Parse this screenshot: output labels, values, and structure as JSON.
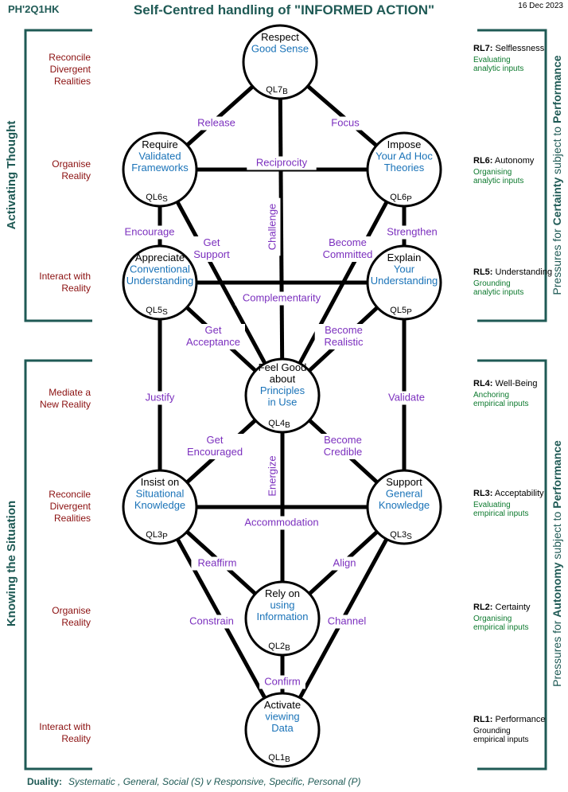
{
  "header": {
    "code": "PH'2Q1HK",
    "title": "Self-Centred handling of \"INFORMED ACTION\"",
    "date": "16 Dec 2023"
  },
  "sections": {
    "activating": "Activating  Thought",
    "knowing": "Knowing  the  Situation"
  },
  "right_side": {
    "certainty": {
      "prefix": "Pressures for ",
      "key": "Certainty",
      "suffix": " subject to ",
      "end": "Performance"
    },
    "autonomy": {
      "prefix": "Pressures for ",
      "key": "Autonomy",
      "suffix": " subject to ",
      "end": "Performance"
    }
  },
  "left_labels": [
    {
      "id": "l1",
      "lines": [
        "Reconcile",
        "Divergent",
        "Realities"
      ]
    },
    {
      "id": "l2",
      "lines": [
        "Organise",
        "Reality"
      ]
    },
    {
      "id": "l3",
      "lines": [
        "Interact with",
        "Reality"
      ]
    },
    {
      "id": "l4",
      "lines": [
        "Mediate a",
        "New Reality"
      ]
    },
    {
      "id": "l5",
      "lines": [
        "Reconcile",
        "Divergent",
        "Realities"
      ]
    },
    {
      "id": "l6",
      "lines": [
        "Organise",
        "Reality"
      ]
    },
    {
      "id": "l7",
      "lines": [
        "Interact with",
        "Reality"
      ]
    }
  ],
  "right_levels": [
    {
      "code": "RL7:",
      "name": "Selflessness",
      "sub": [
        "Evaluating",
        "analytic inputs"
      ],
      "dark": false
    },
    {
      "code": "RL6:",
      "name": "Autonomy",
      "sub": [
        "Organising",
        "analytic inputs"
      ],
      "dark": false
    },
    {
      "code": "RL5:",
      "name": "Understanding",
      "sub": [
        "Grounding",
        "analytic inputs"
      ],
      "dark": false
    },
    {
      "code": "RL4:",
      "name": "Well-Being",
      "sub": [
        "Anchoring",
        "empirical inputs"
      ],
      "dark": false
    },
    {
      "code": "RL3:",
      "name": "Acceptability",
      "sub": [
        "Evaluating",
        "empirical inputs"
      ],
      "dark": false
    },
    {
      "code": "RL2:",
      "name": "Certainty",
      "sub": [
        "Organising",
        "empirical inputs"
      ],
      "dark": false
    },
    {
      "code": "RL1:",
      "name": "Performance",
      "sub": [
        "Grounding",
        "empirical inputs"
      ],
      "dark": true
    }
  ],
  "nodes": [
    {
      "id": "ql7",
      "black": [
        "Respect"
      ],
      "blue": [
        "Good Sense"
      ],
      "ql": "QL7",
      "sub": "B"
    },
    {
      "id": "ql6s",
      "black": [
        "Require"
      ],
      "blue": [
        "Validated",
        "Frameworks"
      ],
      "ql": "QL6",
      "sub": "S"
    },
    {
      "id": "ql6p",
      "black": [
        "Impose"
      ],
      "blue": [
        "Your Ad Hoc",
        "Theories"
      ],
      "ql": "QL6",
      "sub": "P"
    },
    {
      "id": "ql5s",
      "black": [
        "Appreciate"
      ],
      "blue": [
        "Conventional",
        "Understanding"
      ],
      "ql": "QL5",
      "sub": "S"
    },
    {
      "id": "ql5p",
      "black": [
        "Explain"
      ],
      "blue": [
        "Your",
        "Understanding"
      ],
      "ql": "QL5",
      "sub": "P"
    },
    {
      "id": "ql4",
      "black": [
        "Feel Good",
        "about"
      ],
      "blue": [
        "Principles",
        "in Use"
      ],
      "ql": "QL4",
      "sub": "B"
    },
    {
      "id": "ql3p",
      "black": [
        "Insist on"
      ],
      "blue": [
        "Situational",
        "Knowledge"
      ],
      "ql": "QL3",
      "sub": "P"
    },
    {
      "id": "ql3s",
      "black": [
        "Support"
      ],
      "blue": [
        "General",
        "Knowledge"
      ],
      "ql": "QL3",
      "sub": "S"
    },
    {
      "id": "ql2",
      "black": [
        "Rely on"
      ],
      "blue": [
        "using",
        "Information"
      ],
      "ql": "QL2",
      "sub": "B"
    },
    {
      "id": "ql1",
      "black": [
        "Activate"
      ],
      "blue": [
        "viewing",
        "Data"
      ],
      "ql": "QL1",
      "sub": "B"
    }
  ],
  "edge_labels": [
    {
      "id": "release",
      "lines": [
        "Release"
      ]
    },
    {
      "id": "focus",
      "lines": [
        "Focus"
      ]
    },
    {
      "id": "reciprocity",
      "lines": [
        "Reciprocity"
      ]
    },
    {
      "id": "encourage",
      "lines": [
        "Encourage"
      ]
    },
    {
      "id": "strengthen",
      "lines": [
        "Strengthen"
      ]
    },
    {
      "id": "get-support",
      "lines": [
        "Get",
        "Support"
      ]
    },
    {
      "id": "become-committed",
      "lines": [
        "Become",
        "Committed"
      ]
    },
    {
      "id": "challenge",
      "lines": [
        "Challenge"
      ]
    },
    {
      "id": "complementarity",
      "lines": [
        "Complementarity"
      ]
    },
    {
      "id": "get-acceptance",
      "lines": [
        "Get",
        "Acceptance"
      ]
    },
    {
      "id": "become-realistic",
      "lines": [
        "Become",
        "Realistic"
      ]
    },
    {
      "id": "justify",
      "lines": [
        "Justify"
      ]
    },
    {
      "id": "validate",
      "lines": [
        "Validate"
      ]
    },
    {
      "id": "get-encouraged",
      "lines": [
        "Get",
        "Encouraged"
      ]
    },
    {
      "id": "become-credible",
      "lines": [
        "Become",
        "Credible"
      ]
    },
    {
      "id": "energize",
      "lines": [
        "Energize"
      ]
    },
    {
      "id": "accommodation",
      "lines": [
        "Accommodation"
      ]
    },
    {
      "id": "reaffirm",
      "lines": [
        "Reaffirm"
      ]
    },
    {
      "id": "align",
      "lines": [
        "Align"
      ]
    },
    {
      "id": "constrain",
      "lines": [
        "Constrain"
      ]
    },
    {
      "id": "channel",
      "lines": [
        "Channel"
      ]
    },
    {
      "id": "confirm",
      "lines": [
        "Confirm"
      ]
    }
  ],
  "footer": {
    "label": "Duality:",
    "text": "Systematic , General, Social (S)  v   Responsive, Specific, Personal (P)"
  },
  "colors": {
    "teal": "#1f5a55",
    "purple": "#7b2fbe",
    "blue": "#1a73b8",
    "maroon": "#8b1010",
    "green": "#0d7a2e"
  }
}
